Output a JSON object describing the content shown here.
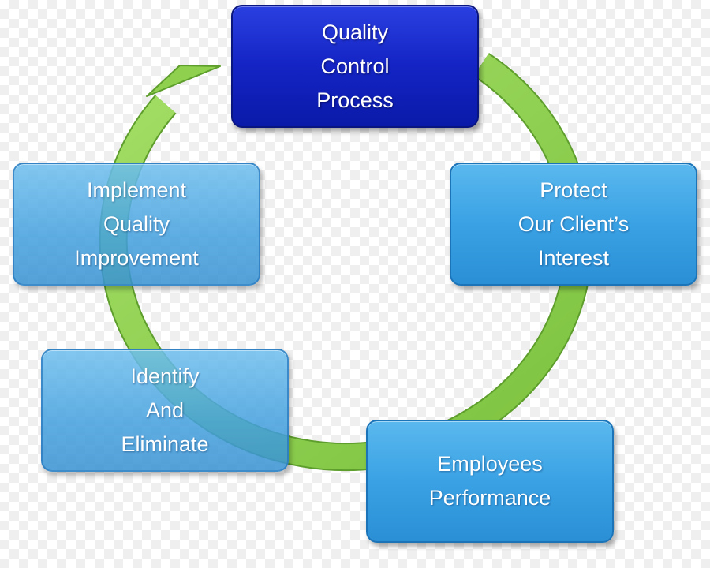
{
  "colors": {
    "arrow_fill": "#8fd14f",
    "arrow_stroke": "#5e9e2c",
    "center_box": "#1424c4",
    "cycle_box": "#3aa2e4"
  },
  "diagram": {
    "center": {
      "lines": [
        "Quality",
        "Control",
        "Process"
      ]
    },
    "steps": [
      {
        "lines": [
          "Protect",
          "Our Client’s",
          "Interest"
        ]
      },
      {
        "lines": [
          "Employees",
          "Performance"
        ]
      },
      {
        "lines": [
          "Identify",
          "And",
          "Eliminate"
        ]
      },
      {
        "lines": [
          "Implement",
          "Quality",
          "Improvement"
        ]
      }
    ]
  }
}
